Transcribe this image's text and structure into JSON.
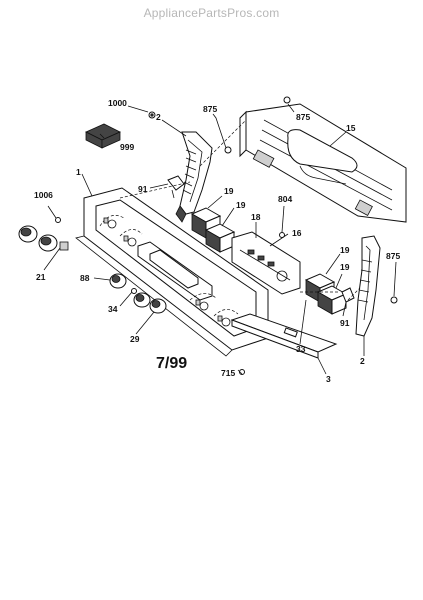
{
  "watermark": "AppliancePartsPros.com",
  "diagram_date": "7/99",
  "callouts": {
    "c1000": "1000",
    "c999": "999",
    "c2_top": "2",
    "c875_a": "875",
    "c875_b": "875",
    "c15": "15",
    "c1": "1",
    "c91_left": "91",
    "c19_a": "19",
    "c19_b": "19",
    "c804": "804",
    "c18": "18",
    "c16": "16",
    "c1006": "1006",
    "c21": "21",
    "c19_c": "19",
    "c875_c": "875",
    "c19_d": "19",
    "c88": "88",
    "c34": "34",
    "c29": "29",
    "c91_right": "91",
    "c33": "33",
    "c2_bottom": "2",
    "c715": "715",
    "c3": "3"
  }
}
